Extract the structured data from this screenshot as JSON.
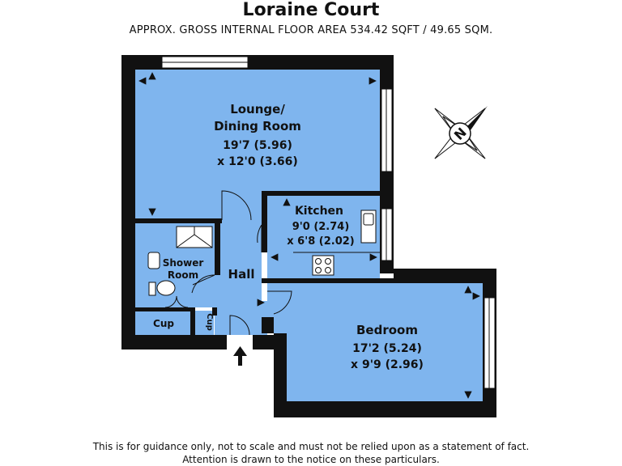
{
  "header": {
    "title": "Loraine Court",
    "subtitle": "APPROX. GROSS INTERNAL FLOOR AREA 534.42 SQFT / 49.65 SQM."
  },
  "rooms": {
    "lounge": {
      "name_line1": "Lounge/",
      "name_line2": "Dining Room",
      "dim1": "19'7 (5.96)",
      "dim2": "x 12'0 (3.66)"
    },
    "kitchen": {
      "name": "Kitchen",
      "dim1": "9'0 (2.74)",
      "dim2": "x 6'8 (2.02)"
    },
    "shower": {
      "name_line1": "Shower",
      "name_line2": "Room"
    },
    "hall": {
      "name": "Hall"
    },
    "bedroom": {
      "name": "Bedroom",
      "dim1": "17'2 (5.24)",
      "dim2": "x 9'9 (2.96)"
    },
    "cupboard_main": {
      "name": "Cup"
    },
    "cupboard_small": {
      "name": "Cup"
    }
  },
  "compass": {
    "letter": "N"
  },
  "colors": {
    "room_fill": "#7fb5ee",
    "wall": "#111111",
    "window": "#ffffff"
  },
  "footer": {
    "line1": "This is for guidance only, not to scale and must not be relied upon as a statement of fact.",
    "line2": "Attention is drawn to the notice on these particulars."
  }
}
